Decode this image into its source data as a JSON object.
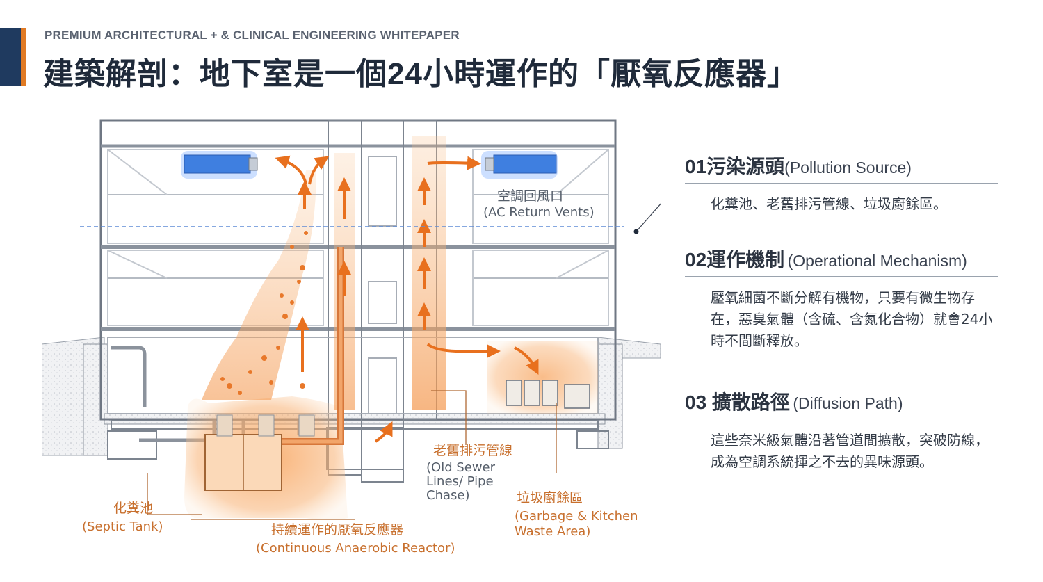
{
  "header": {
    "kicker": "PREMIUM ARCHITECTURAL + & CLINICAL ENGINEERING WHITEPAPER",
    "title": "建築解剖：地下室是一個24小時運作的「厭氧反應器」"
  },
  "diagram": {
    "ac_label_cn": "空調回風口",
    "ac_label_en": "(AC Return Vents)",
    "sewer_cn": "老舊排污管線",
    "sewer_en_1": "(Old Sewer",
    "sewer_en_2": "Lines/ Pipe",
    "sewer_en_3": "Chase)",
    "garbage_cn": "垃圾廚餘區",
    "garbage_en_1": "(Garbage & Kitchen",
    "garbage_en_2": "Waste Area)",
    "septic_cn": "化糞池",
    "septic_en": "(Septic Tank)",
    "reactor_cn": "持續運作的厭氧反應器",
    "reactor_en": "(Continuous Anaerobic Reactor)"
  },
  "panel": {
    "items": [
      {
        "num": "01污染源頭",
        "en": "(Pollution Source)",
        "body": "化糞池、老舊排污管線、垃圾廚餘區。"
      },
      {
        "num": "02運作機制",
        "en": "(Operational Mechanism)",
        "body": "壓氧細菌不斷分解有機物，只要有微生物存在，惡臭氣體（含硫、含氮化合物）就會24小時不間斷釋放。"
      },
      {
        "num": "03  擴散路徑",
        "en": "(Diffusion Path)",
        "body": "這些奈米級氣體沿著管道間擴散，突破防線，成為空調系統揮之不去的異味源頭。"
      }
    ]
  },
  "colors": {
    "navy": "#1f3a5f",
    "orange": "#e07a24",
    "vent_blue": "#3f7fe0"
  }
}
